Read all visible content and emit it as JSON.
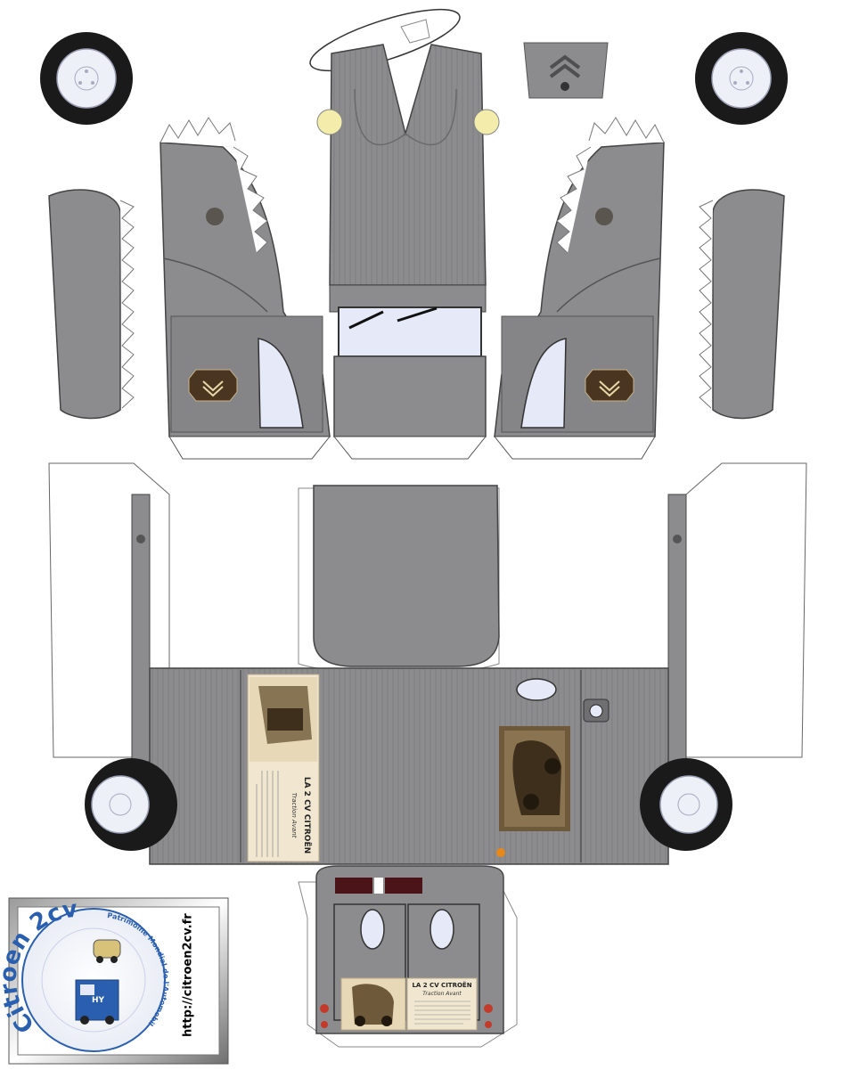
{
  "logo": {
    "brand": "Citroen 2cv",
    "tagline": "Patrimoine Mondial de l'Automobile Française",
    "badge": "HY"
  },
  "url": "http://citroen2cv.fr",
  "brochure_side": {
    "title": "LA 2 CV CITROËN",
    "subtitle": "Traction Avant"
  },
  "brochure_rear": {
    "title": "LA 2 CV CITROËN",
    "subtitle": "Traction Avant"
  },
  "colors": {
    "body": "#8c8c8e",
    "body_dark": "#6f6f72",
    "tyre": "#1a1a1a",
    "rim": "#eef0f8",
    "window": "#e6e9f7",
    "headlamp": "#f3ecab",
    "emblem": "#4a3620",
    "brochure_bg": "#f1e7d0",
    "photo_sepia": "#6e5a3a",
    "tail_lamp": "#4a1418",
    "logo_blue": "#2a5fb0"
  }
}
